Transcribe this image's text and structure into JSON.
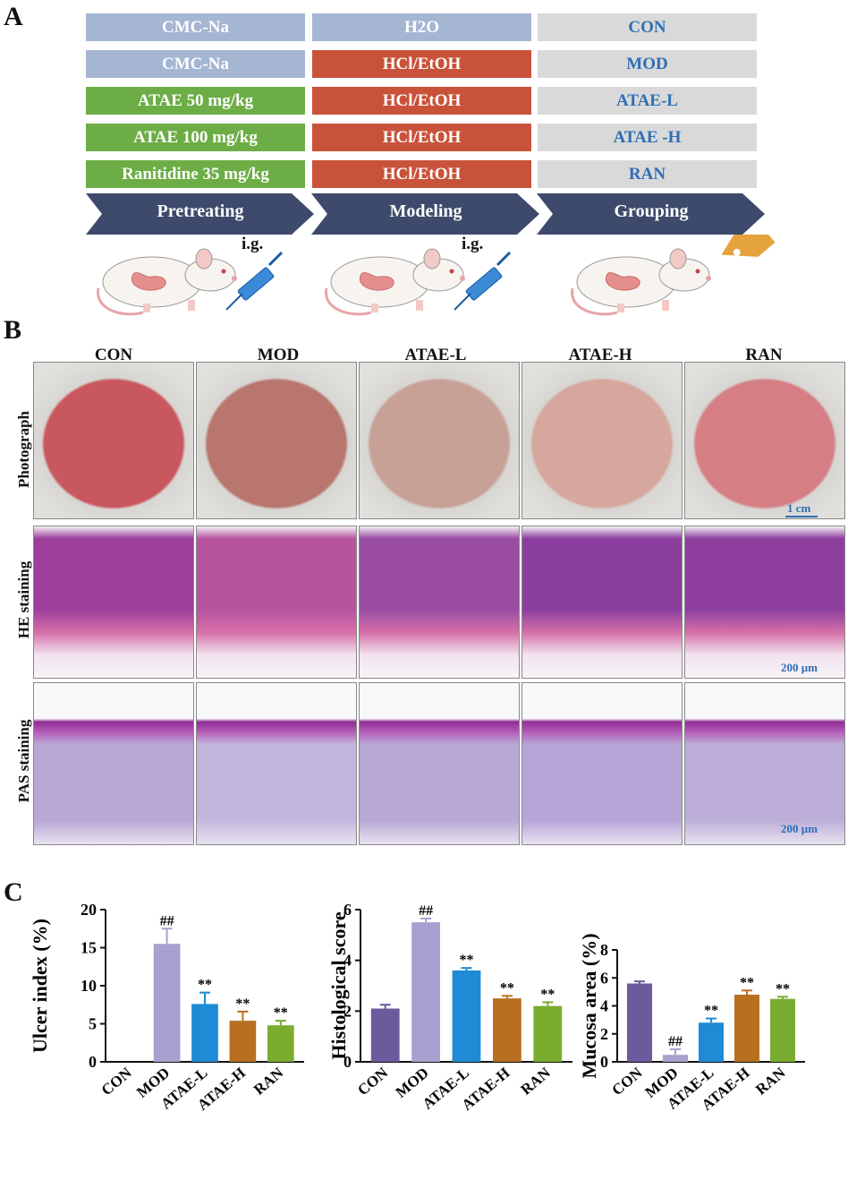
{
  "panels": {
    "a": "A",
    "b": "B",
    "c": "C"
  },
  "protocol": {
    "rows": [
      {
        "pretreat": "CMC-Na",
        "model": "H2O",
        "group": "CON",
        "pretreat_color": "#a5b6d3",
        "model_color": "#a5b6d3"
      },
      {
        "pretreat": "CMC-Na",
        "model": "HCl/EtOH",
        "group": "MOD",
        "pretreat_color": "#a5b6d3",
        "model_color": "#c8533a"
      },
      {
        "pretreat": "ATAE 50 mg/kg",
        "model": "HCl/EtOH",
        "group": "ATAE-L",
        "pretreat_color": "#6cad45",
        "model_color": "#c8533a"
      },
      {
        "pretreat": "ATAE 100 mg/kg",
        "model": "HCl/EtOH",
        "group": "ATAE -H",
        "pretreat_color": "#6cad45",
        "model_color": "#c8533a"
      },
      {
        "pretreat": "Ranitidine 35 mg/kg",
        "model": "HCl/EtOH",
        "group": "RAN",
        "pretreat_color": "#6cad45",
        "model_color": "#c8533a"
      }
    ],
    "stages": [
      "Pretreating",
      "Modeling",
      "Grouping"
    ],
    "ig_label": "i.g.",
    "colors": {
      "group_bg": "#d9d9d9",
      "group_text": "#2e6fb5",
      "stage_arrow": "#3d4a6b"
    }
  },
  "histology": {
    "columns": [
      "CON",
      "MOD",
      "ATAE-L",
      "ATAE-H",
      "RAN"
    ],
    "rows": [
      "Photograph",
      "HE staining",
      "PAS staining"
    ],
    "scale_photo": "1 cm",
    "scale_he": "200 μm",
    "scale_pas": "200 μm"
  },
  "chart_data": [
    {
      "type": "bar",
      "categories": [
        "CON",
        "MOD",
        "ATAE-L",
        "ATAE-H",
        "RAN"
      ],
      "values": [
        0,
        15.5,
        7.6,
        5.4,
        4.8
      ],
      "errors": [
        0,
        2.0,
        1.5,
        1.2,
        0.6
      ],
      "annotations": [
        "",
        "##",
        "**",
        "**",
        "**"
      ],
      "colors": [
        "#6b5b9c",
        "#a9a0cf",
        "#1f8ad6",
        "#b87020",
        "#7aac30"
      ],
      "ylabel": "Ulcer index (%)",
      "ylim": [
        0,
        20
      ],
      "yticks": [
        0,
        5,
        10,
        15,
        20
      ]
    },
    {
      "type": "bar",
      "categories": [
        "CON",
        "MOD",
        "ATAE-L",
        "ATAE-H",
        "RAN"
      ],
      "values": [
        2.1,
        5.5,
        3.6,
        2.5,
        2.2
      ],
      "errors": [
        0.15,
        0.15,
        0.1,
        0.1,
        0.15
      ],
      "annotations": [
        "",
        "##",
        "**",
        "**",
        "**"
      ],
      "colors": [
        "#6b5b9c",
        "#a9a0cf",
        "#1f8ad6",
        "#b87020",
        "#7aac30"
      ],
      "ylabel": "Histological score",
      "ylim": [
        0,
        6
      ],
      "yticks": [
        0,
        2,
        4,
        6
      ]
    },
    {
      "type": "bar",
      "categories": [
        "CON",
        "MOD",
        "ATAE-L",
        "ATAE-H",
        "RAN"
      ],
      "values": [
        5.6,
        0.5,
        2.8,
        4.8,
        4.5
      ],
      "errors": [
        0.15,
        0.4,
        0.3,
        0.3,
        0.15
      ],
      "annotations": [
        "",
        "##",
        "**",
        "**",
        "**"
      ],
      "colors": [
        "#6b5b9c",
        "#a9a0cf",
        "#1f8ad6",
        "#b87020",
        "#7aac30"
      ],
      "ylabel": "Mucosa area (%)",
      "ylim": [
        0,
        8
      ],
      "yticks": [
        0,
        2,
        4,
        6,
        8
      ]
    }
  ]
}
